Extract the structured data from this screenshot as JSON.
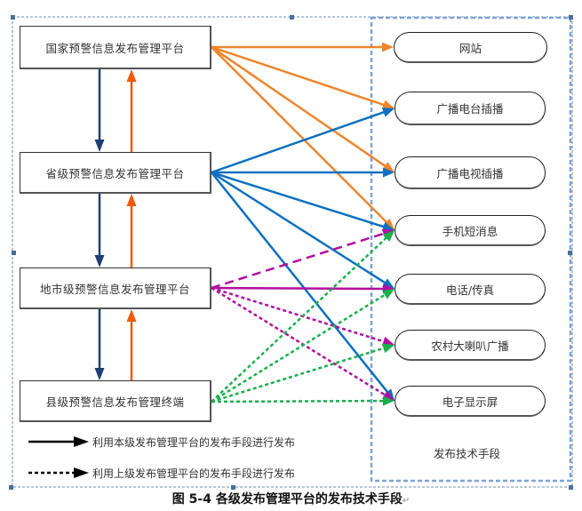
{
  "platforms": [
    {
      "id": "national",
      "label": "国家预警信息发布管理平台"
    },
    {
      "id": "provincial",
      "label": "省级预警信息发布管理平台"
    },
    {
      "id": "city",
      "label": "地市级预警信息发布管理平台"
    },
    {
      "id": "county",
      "label": "县级预警信息发布管理终端"
    }
  ],
  "channels": [
    {
      "id": "website",
      "label": "网站"
    },
    {
      "id": "radio",
      "label": "广播电台插播"
    },
    {
      "id": "tv",
      "label": "广播电视插播"
    },
    {
      "id": "sms",
      "label": "手机短消息"
    },
    {
      "id": "phone",
      "label": "电话/传真"
    },
    {
      "id": "loudspeaker",
      "label": "农村大喇叭广播"
    },
    {
      "id": "display",
      "label": "电子显示屏"
    }
  ],
  "channel_group_label": "发布技术手段",
  "legend": {
    "solid": "利用本级发布管理平台的发布手段进行发布",
    "dashed": "利用上级发布管理平台的发布手段进行发布"
  },
  "caption": "图 5-4 各级发布管理平台的发布技术手段",
  "caption_mark": "↵",
  "colors": {
    "national": "#f0852d",
    "provincial": "#0e70c0",
    "city": "#b0109e",
    "county": "#19b04b",
    "down_arrow": "#1f3f74",
    "up_arrow": "#f05a0a",
    "group_border": "#7ea3d8",
    "frame_border": "#6f8db5"
  },
  "edges": [
    {
      "from": "national",
      "to": "website",
      "style": "solid"
    },
    {
      "from": "national",
      "to": "radio",
      "style": "solid"
    },
    {
      "from": "national",
      "to": "tv",
      "style": "solid"
    },
    {
      "from": "national",
      "to": "sms",
      "style": "solid"
    },
    {
      "from": "provincial",
      "to": "radio",
      "style": "solid"
    },
    {
      "from": "provincial",
      "to": "tv",
      "style": "solid"
    },
    {
      "from": "provincial",
      "to": "sms",
      "style": "solid"
    },
    {
      "from": "provincial",
      "to": "phone",
      "style": "solid"
    },
    {
      "from": "provincial",
      "to": "display",
      "style": "solid"
    },
    {
      "from": "city",
      "to": "sms",
      "style": "longdash"
    },
    {
      "from": "city",
      "to": "phone",
      "style": "solid"
    },
    {
      "from": "city",
      "to": "loudspeaker",
      "style": "dotted"
    },
    {
      "from": "city",
      "to": "display",
      "style": "dotted"
    },
    {
      "from": "county",
      "to": "sms",
      "style": "dotted"
    },
    {
      "from": "county",
      "to": "phone",
      "style": "dotted"
    },
    {
      "from": "county",
      "to": "loudspeaker",
      "style": "dotted"
    },
    {
      "from": "county",
      "to": "display",
      "style": "dotted"
    }
  ],
  "hierarchy_links": [
    {
      "upper": "national",
      "lower": "provincial"
    },
    {
      "upper": "provincial",
      "lower": "city"
    },
    {
      "upper": "city",
      "lower": "county"
    }
  ]
}
